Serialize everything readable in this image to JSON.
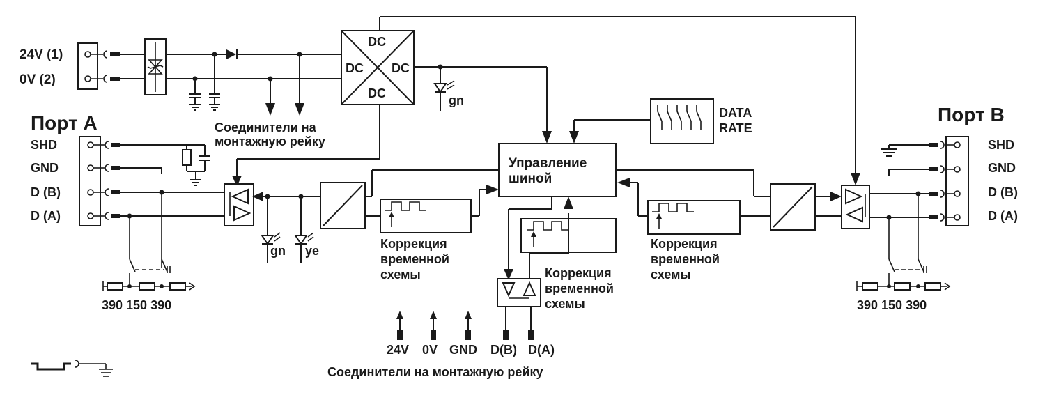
{
  "power": {
    "v24": "24V (1)",
    "v0": "0V  (2)"
  },
  "converter": {
    "top": "DC",
    "left": "DC",
    "right": "DC",
    "bottom": "DC"
  },
  "rail_top": [
    "Соединители на",
    "монтажную рейку"
  ],
  "port_a": {
    "title": "Порт A",
    "pins": [
      "SHD",
      "GND",
      "D (B)",
      "D (A)"
    ],
    "resistors": "390 150 390",
    "leds": [
      "gn",
      "ye"
    ]
  },
  "port_b": {
    "title": "Порт B",
    "pins": [
      "SHD",
      "GND",
      "D (B)",
      "D (A)"
    ],
    "resistors": "390 150 390"
  },
  "power_led": "gn",
  "data_rate": [
    "DATA",
    "RATE"
  ],
  "bus_control": [
    "Управление",
    "шиной"
  ],
  "timing_label": [
    "Коррекция",
    "временной",
    "схемы"
  ],
  "bottom_pins": [
    "24V",
    "0V",
    "GND",
    "D(B)",
    "D(A)"
  ],
  "bottom_caption": "Соединители на монтажную рейку"
}
